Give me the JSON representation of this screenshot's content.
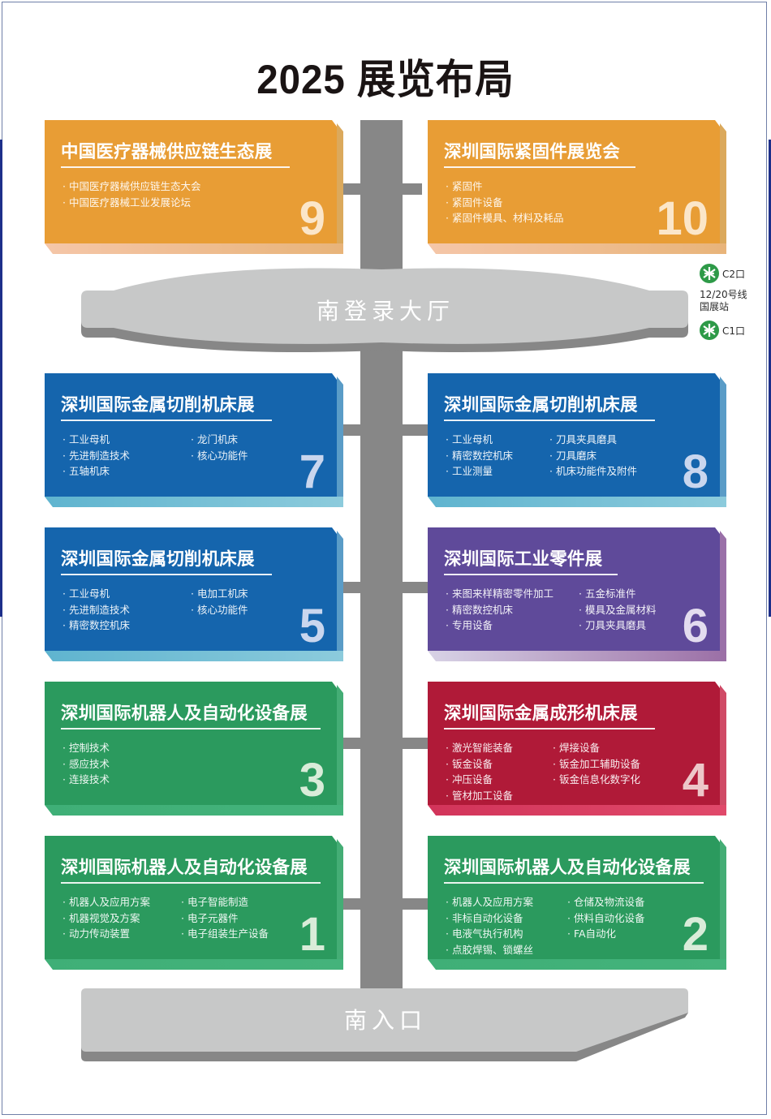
{
  "page": {
    "title": "2025 展览布局"
  },
  "halls": {
    "registration_hall": {
      "label": "南登录大厅"
    },
    "south_entrance": {
      "label": "南入口"
    }
  },
  "metro": {
    "icon": "metro-logo-icon",
    "color": "#2e9a48",
    "exit_c2": "C2口",
    "station_line1": "12/20号线",
    "station_line2": "国展站",
    "exit_c1": "C1口"
  },
  "colors": {
    "orange": "#e89d35",
    "blue": "#1565ad",
    "purple": "#5f4a9a",
    "red": "#b01a38",
    "green": "#2b9a5e",
    "spine": "#878787",
    "hall": "#c7c8c8"
  },
  "exhibitions": [
    {
      "hall": "9",
      "color": "orange",
      "title": "中国医疗器械供应链生态展",
      "col1": [
        "中国医疗器械供应链生态大会",
        "中国医疗器械工业发展论坛"
      ],
      "col2": []
    },
    {
      "hall": "10",
      "color": "orange",
      "title": "深圳国际紧固件展览会",
      "col1": [
        "紧固件",
        "紧固件设备",
        "紧固件模具、材料及耗品"
      ],
      "col2": []
    },
    {
      "hall": "7",
      "color": "blue",
      "title": "深圳国际金属切削机床展",
      "col1": [
        "工业母机",
        "先进制造技术",
        "五轴机床"
      ],
      "col2": [
        "龙门机床",
        "核心功能件"
      ]
    },
    {
      "hall": "8",
      "color": "blue",
      "title": "深圳国际金属切削机床展",
      "col1": [
        "工业母机",
        "精密数控机床",
        "工业测量"
      ],
      "col2": [
        "刀具夹具磨具",
        "刀具磨床",
        "机床功能件及附件"
      ]
    },
    {
      "hall": "5",
      "color": "blue",
      "title": "深圳国际金属切削机床展",
      "col1": [
        "工业母机",
        "先进制造技术",
        "精密数控机床"
      ],
      "col2": [
        "电加工机床",
        "核心功能件"
      ]
    },
    {
      "hall": "6",
      "color": "purple",
      "title": "深圳国际工业零件展",
      "col1": [
        "来图来样精密零件加工",
        "精密数控机床",
        "专用设备"
      ],
      "col2": [
        "五金标准件",
        "模具及金属材料",
        "刀具夹具磨具"
      ]
    },
    {
      "hall": "3",
      "color": "green",
      "title": "深圳国际机器人及自动化设备展",
      "col1": [
        "控制技术",
        "感应技术",
        "连接技术"
      ],
      "col2": []
    },
    {
      "hall": "4",
      "color": "red",
      "title": "深圳国际金属成形机床展",
      "col1": [
        "激光智能装备",
        "钣金设备",
        "冲压设备",
        "管材加工设备"
      ],
      "col2": [
        "焊接设备",
        "钣金加工辅助设备",
        "钣金信息化数字化"
      ]
    },
    {
      "hall": "1",
      "color": "green",
      "title": "深圳国际机器人及自动化设备展",
      "col1": [
        "机器人及应用方案",
        "机器视觉及方案",
        "动力传动装置"
      ],
      "col2": [
        "电子智能制造",
        "电子元器件",
        "电子组装生产设备"
      ]
    },
    {
      "hall": "2",
      "color": "green",
      "title": "深圳国际机器人及自动化设备展",
      "col1": [
        "机器人及应用方案",
        "非标自动化设备",
        "电液气执行机构",
        "点胶焊锡、锁螺丝"
      ],
      "col2": [
        "仓储及物流设备",
        "供料自动化设备",
        "FA自动化"
      ]
    }
  ]
}
